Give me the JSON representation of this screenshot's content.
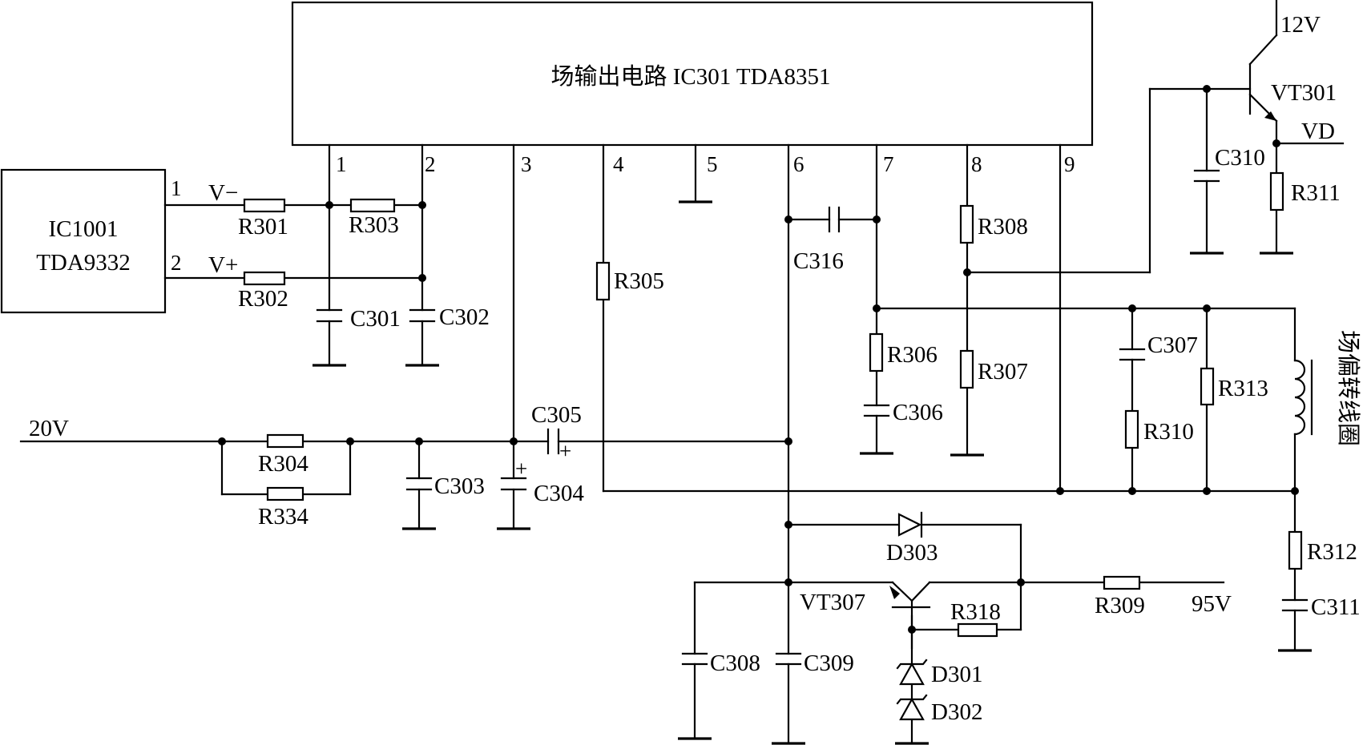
{
  "main_ic": {
    "title": "场输出电路  IC301  TDA8351"
  },
  "pins": [
    "1",
    "2",
    "3",
    "4",
    "5",
    "6",
    "7",
    "8",
    "9"
  ],
  "ic1001": {
    "name": "IC1001",
    "part": "TDA9332",
    "pin1": "1",
    "pin2": "2"
  },
  "signals": {
    "v_minus": "V−",
    "v_plus": "V+",
    "v20": "20V",
    "v12": "12V",
    "vd": "VD",
    "v95": "95V"
  },
  "resistors": {
    "r301": "R301",
    "r302": "R302",
    "r303": "R303",
    "r304": "R304",
    "r334": "R334",
    "r305": "R305",
    "r306": "R306",
    "r307": "R307",
    "r308": "R308",
    "r309": "R309",
    "r310": "R310",
    "r311": "R311",
    "r312": "R312",
    "r313": "R313",
    "r318": "R318"
  },
  "capacitors": {
    "c301": "C301",
    "c302": "C302",
    "c303": "C303",
    "c304": "C304",
    "c305": "C305",
    "c306": "C306",
    "c307": "C307",
    "c308": "C308",
    "c309": "C309",
    "c310": "C310",
    "c311": "C311",
    "c316": "C316"
  },
  "polarity": {
    "plus": "+"
  },
  "semis": {
    "vt301": "VT301",
    "vt307": "VT307",
    "d301": "D301",
    "d302": "D302",
    "d303": "D303"
  },
  "coil": {
    "label": "场偏转线圈"
  }
}
